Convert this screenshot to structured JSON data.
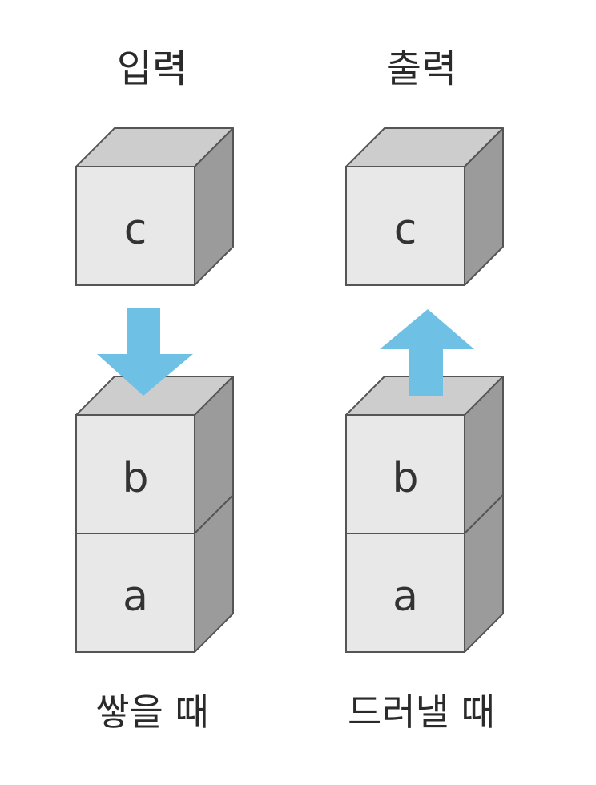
{
  "input": {
    "title": "입력",
    "caption": "쌓을 때",
    "blocks": {
      "top": "c",
      "middle": "b",
      "bottom": "a"
    },
    "arrow": "down-arrow"
  },
  "output": {
    "title": "출력",
    "caption": "드러낼 때",
    "blocks": {
      "top": "c",
      "middle": "b",
      "bottom": "a"
    },
    "arrow": "up-arrow"
  },
  "colors": {
    "front": "#e8e8e8",
    "top": "#cdcdcd",
    "side": "#9b9b9b",
    "edge": "#555555",
    "arrow": "#6ec0e4"
  }
}
